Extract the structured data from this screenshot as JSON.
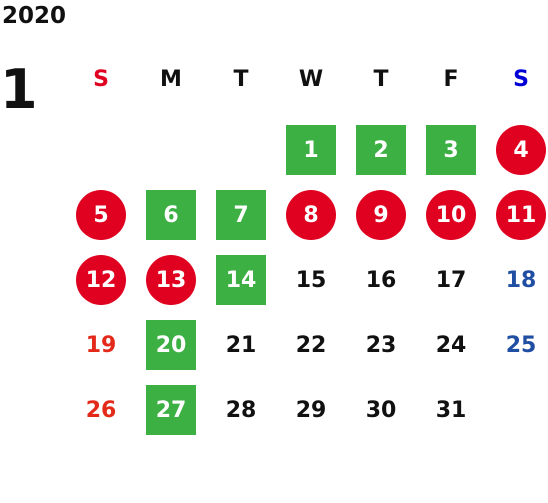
{
  "year": "2020",
  "month": "1",
  "weekdays": [
    {
      "label": "S",
      "color": "#e0001f"
    },
    {
      "label": "M",
      "color": "#111111"
    },
    {
      "label": "T",
      "color": "#111111"
    },
    {
      "label": "W",
      "color": "#111111"
    },
    {
      "label": "T",
      "color": "#111111"
    },
    {
      "label": "F",
      "color": "#111111"
    },
    {
      "label": "S",
      "color": "#0000d6"
    }
  ],
  "days": [
    {
      "label": "1",
      "week": 0,
      "dow": 3,
      "style": "green"
    },
    {
      "label": "2",
      "week": 0,
      "dow": 4,
      "style": "green"
    },
    {
      "label": "3",
      "week": 0,
      "dow": 5,
      "style": "green"
    },
    {
      "label": "4",
      "week": 0,
      "dow": 6,
      "style": "red-circle"
    },
    {
      "label": "5",
      "week": 1,
      "dow": 0,
      "style": "red-circle"
    },
    {
      "label": "6",
      "week": 1,
      "dow": 1,
      "style": "green"
    },
    {
      "label": "7",
      "week": 1,
      "dow": 2,
      "style": "green"
    },
    {
      "label": "8",
      "week": 1,
      "dow": 3,
      "style": "red-circle"
    },
    {
      "label": "9",
      "week": 1,
      "dow": 4,
      "style": "red-circle"
    },
    {
      "label": "10",
      "week": 1,
      "dow": 5,
      "style": "red-circle"
    },
    {
      "label": "11",
      "week": 1,
      "dow": 6,
      "style": "red-circle"
    },
    {
      "label": "12",
      "week": 2,
      "dow": 0,
      "style": "red-circle"
    },
    {
      "label": "13",
      "week": 2,
      "dow": 1,
      "style": "red-circle"
    },
    {
      "label": "14",
      "week": 2,
      "dow": 2,
      "style": "green"
    },
    {
      "label": "15",
      "week": 2,
      "dow": 3,
      "style": "plain"
    },
    {
      "label": "16",
      "week": 2,
      "dow": 4,
      "style": "plain"
    },
    {
      "label": "17",
      "week": 2,
      "dow": 5,
      "style": "plain"
    },
    {
      "label": "18",
      "week": 2,
      "dow": 6,
      "style": "sat-text"
    },
    {
      "label": "19",
      "week": 3,
      "dow": 0,
      "style": "sun-text"
    },
    {
      "label": "20",
      "week": 3,
      "dow": 1,
      "style": "green"
    },
    {
      "label": "21",
      "week": 3,
      "dow": 2,
      "style": "plain"
    },
    {
      "label": "22",
      "week": 3,
      "dow": 3,
      "style": "plain"
    },
    {
      "label": "23",
      "week": 3,
      "dow": 4,
      "style": "plain"
    },
    {
      "label": "24",
      "week": 3,
      "dow": 5,
      "style": "plain"
    },
    {
      "label": "25",
      "week": 3,
      "dow": 6,
      "style": "sat-text"
    },
    {
      "label": "26",
      "week": 4,
      "dow": 0,
      "style": "sun-text"
    },
    {
      "label": "27",
      "week": 4,
      "dow": 1,
      "style": "green"
    },
    {
      "label": "28",
      "week": 4,
      "dow": 2,
      "style": "plain"
    },
    {
      "label": "29",
      "week": 4,
      "dow": 3,
      "style": "plain"
    },
    {
      "label": "30",
      "week": 4,
      "dow": 4,
      "style": "plain"
    },
    {
      "label": "31",
      "week": 4,
      "dow": 5,
      "style": "plain"
    }
  ]
}
